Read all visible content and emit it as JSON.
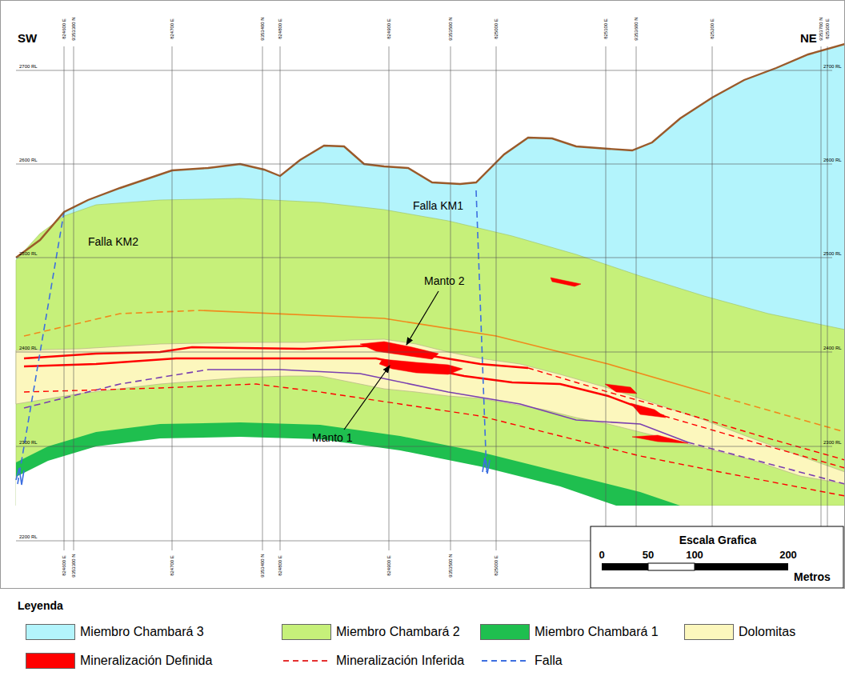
{
  "diagram": {
    "labels": [
      "SW",
      "NE",
      "824600 E",
      "9353300 N",
      "824700 E",
      "9353400 N",
      "824800 E",
      "824900 E",
      "9353500 N",
      "825000 E",
      "825100 E",
      "9353600 N",
      "825200 E",
      "9353700 N",
      "825300 E",
      "824600 E",
      "9353300 N",
      "824700 E",
      "9353400 N",
      "824800 E",
      "824900 E",
      "9353500 N",
      "825000 E",
      "2700 RL",
      "2600 RL",
      "2500 RL",
      "2400 RL",
      "2300 RL",
      "2200 RL",
      "2700 RL",
      "2600 RL",
      "2500 RL",
      "2400 RL",
      "2300 RL",
      "Falla KM1",
      "Falla KM2",
      "Manto 2",
      "Manto 1",
      "Escala Grafica",
      "0",
      "50",
      "100",
      "200",
      "Metros",
      "Leyenda"
    ],
    "legend": [
      {
        "text": "Miembro Chambará 3",
        "color": "#b3f4fc"
      },
      {
        "text": "Miembro Chambará 2",
        "color": "#c6f07a"
      },
      {
        "text": "Miembro Chambará 1",
        "color": "#1fbf4f"
      },
      {
        "text": "Dolomitas",
        "color": "#fcf7bd"
      },
      {
        "text": "Mineralización Definida",
        "color": "#ff0000"
      },
      {
        "text": "Mineralización Inferida"
      },
      {
        "text": "Falla"
      }
    ]
  }
}
